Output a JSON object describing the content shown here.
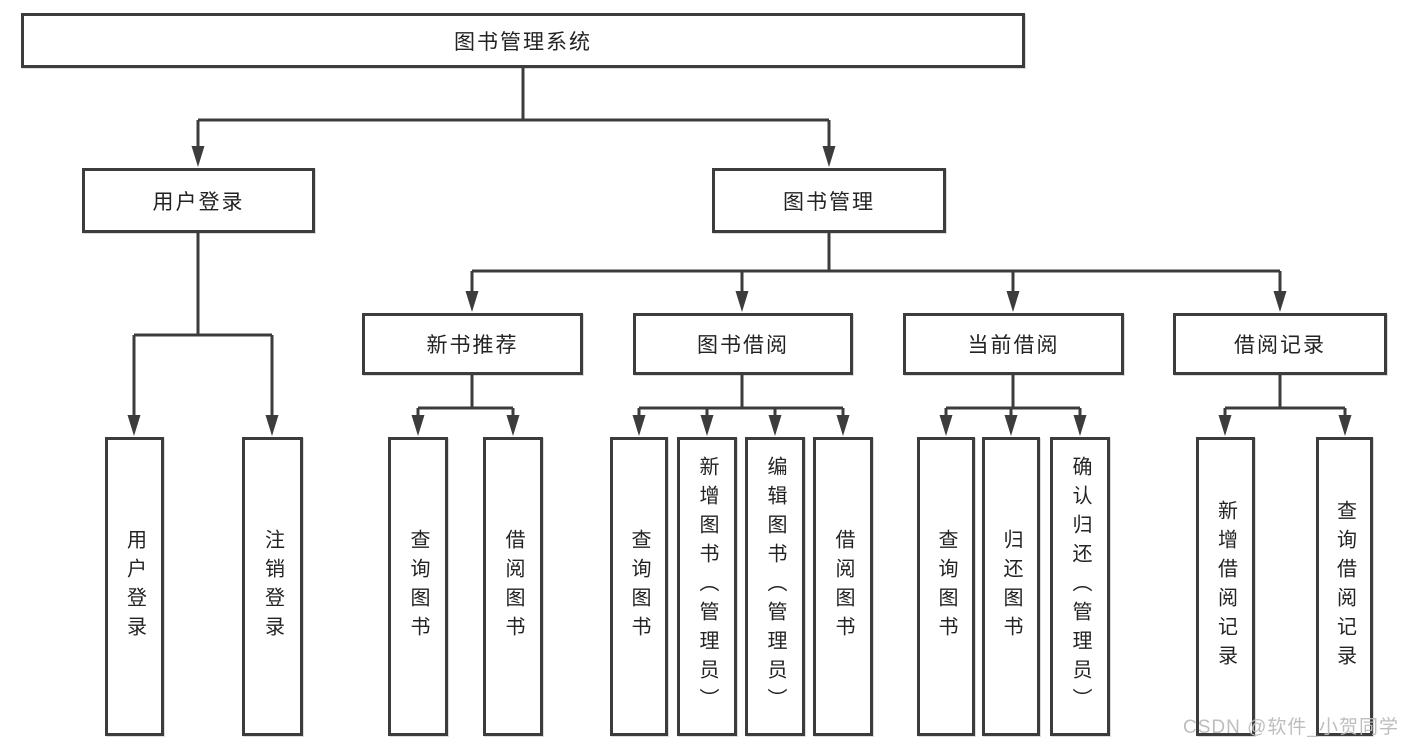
{
  "title": "图书管理系统",
  "level2": {
    "user_login": "用户登录",
    "book_management": "图书管理"
  },
  "level3": {
    "new_book_recommend": "新书推荐",
    "book_borrowing": "图书借阅",
    "current_borrowing": "当前借阅",
    "borrow_records": "借阅记录"
  },
  "leaves": {
    "userLogin": [
      "用户登录",
      "注销登录"
    ],
    "newBook": [
      "查询图书",
      "借阅图书"
    ],
    "bookBorrow": [
      "查询图书",
      "新增图书（管理员）",
      "编辑图书（管理员）",
      "借阅图书"
    ],
    "currentBorrow": [
      "查询图书",
      "归还图书",
      "确认归还（管理员）"
    ],
    "borrowRecord": [
      "新增借阅记录",
      "查询借阅记录"
    ]
  },
  "watermark": "CSDN @软件_小贺同学",
  "colors": {
    "line": "#3c3c3c",
    "text": "#232323",
    "background": "#ffffff",
    "watermark": "#bababa"
  }
}
